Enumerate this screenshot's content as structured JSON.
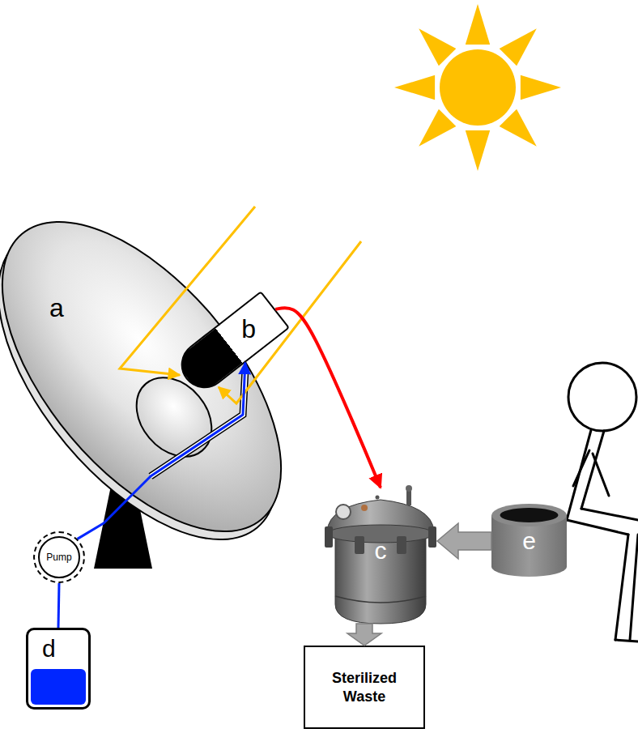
{
  "diagram": {
    "nodes": [
      {
        "text": [
          "a"
        ]
      },
      {
        "text": [
          "b"
        ]
      },
      {
        "text": [
          "e"
        ]
      },
      {
        "text": [
          "c"
        ]
      },
      {
        "text": [
          "Pump"
        ]
      },
      {
        "text": [
          "d"
        ]
      },
      {
        "text": [
          "Sterilized Waste"
        ]
      }
    ],
    "edges": [
      {
        "from": 1,
        "to": 3,
        "arrow": "to"
      },
      {
        "from": 2,
        "to": 3,
        "arrow": "to"
      },
      {
        "from": 3,
        "to": 6,
        "arrow": "to"
      },
      {
        "from": 5,
        "to": 4,
        "arrow": "none"
      },
      {
        "from": 4,
        "to": 1,
        "arrow": "to"
      }
    ]
  }
}
